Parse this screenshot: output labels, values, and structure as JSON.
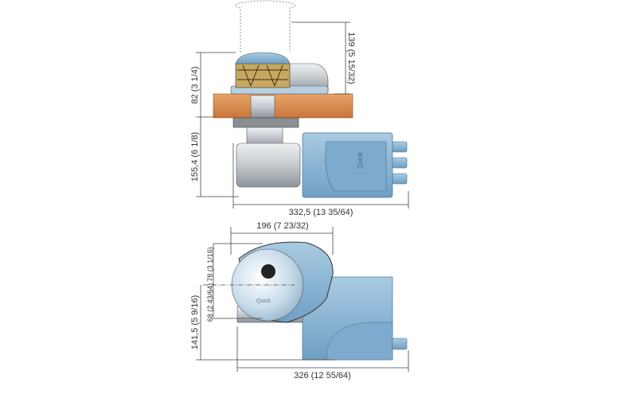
{
  "title": "Windlass dimensional drawing",
  "brand_logo_text": "Quick",
  "colors": {
    "motor_blue": "#8fb8d6",
    "body_grey": "#c9ced3",
    "deck_wood": "#d98b4a",
    "gypsy_gold": "#c8a860"
  },
  "top_view": {
    "dim_above_deck": "82 (3 1/4)",
    "dim_gypsy_clearance": "139 (5 15/32)",
    "dim_below_deck": "155,4 (6 1/8)",
    "dim_overall_length": "332,5 (13 35/64)"
  },
  "front_view": {
    "dim_width": "196 (7 23/32)",
    "dim_upper": "78 (3 1/16)",
    "dim_lower": "68 (2 43/64)",
    "dim_height": "141,5 (5 9/16)",
    "dim_overall_length": "326 (12 55/64)"
  }
}
